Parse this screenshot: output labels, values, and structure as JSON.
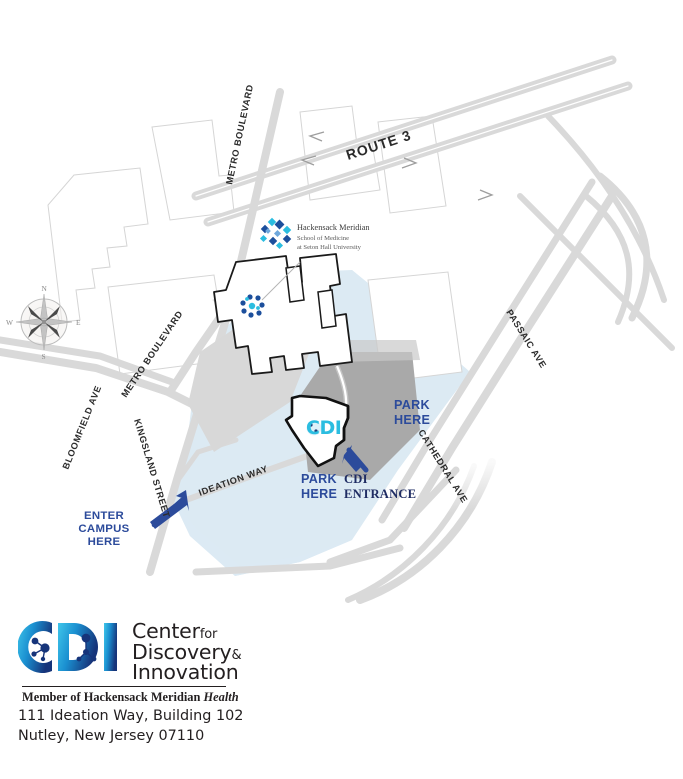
{
  "map": {
    "streets": [
      {
        "name": "ROUTE 3",
        "label": "ROUTE 3"
      },
      {
        "name": "METRO BOULEVARD",
        "label": "METRO BOULEVARD"
      },
      {
        "name": "METRO BOULEVARD",
        "label": "METRO BOULEVARD"
      },
      {
        "name": "BLOOMFIELD AVE",
        "label": "BLOOMFIELD AVE"
      },
      {
        "name": "KINGSLAND STREET",
        "label": "KINGSLAND STREET"
      },
      {
        "name": "IDEATION WAY",
        "label": "IDEATION WAY"
      },
      {
        "name": "PASSAIC AVE",
        "label": "PASSAIC AVE"
      },
      {
        "name": "CATHEDRAL AVE",
        "label": "CATHEDRAL AVE"
      }
    ],
    "markers": {
      "park_here_left": {
        "line1": "PARK",
        "line2": "HERE"
      },
      "park_here_right": {
        "line1": "PARK",
        "line2": "HERE"
      },
      "cdi_entrance": {
        "line1": "CDI",
        "line2": "ENTRANCE"
      },
      "enter_campus": {
        "line1": "ENTER",
        "line2": "CAMPUS",
        "line3": "HERE"
      },
      "cdi_building_label": "CDI"
    },
    "compass": {
      "north": "N",
      "east": "E",
      "south": "S",
      "west": "W"
    },
    "hmsom_logo": {
      "line1": "Hackensack  Meridian",
      "line2": "School of Medicine",
      "line3": "at Seton Hall University"
    },
    "colors": {
      "campus_fill": "#dceaf3",
      "parking_light": "#d8d8d8",
      "parking_dark": "#a9a9a9",
      "road": "#d9d9d9",
      "marker_blue": "#2c4b9b",
      "entrance_navy": "#1f2c63",
      "cdi_cyan": "#2bbde0",
      "cdi_navy": "#1b3c78",
      "hm_blue": "#1c4f9c"
    }
  },
  "footer": {
    "logo": {
      "acronym": "CDI",
      "word1": "Center",
      "word1_small": "for",
      "word2": "Discovery",
      "word2_small": "&",
      "word3": "Innovation",
      "member_prefix": "Member of Hackensack Meridian ",
      "member_italic": "Health"
    },
    "address": {
      "line1": "111 Ideation Way, Building 102",
      "line2": "Nutley, New Jersey 07110"
    }
  }
}
